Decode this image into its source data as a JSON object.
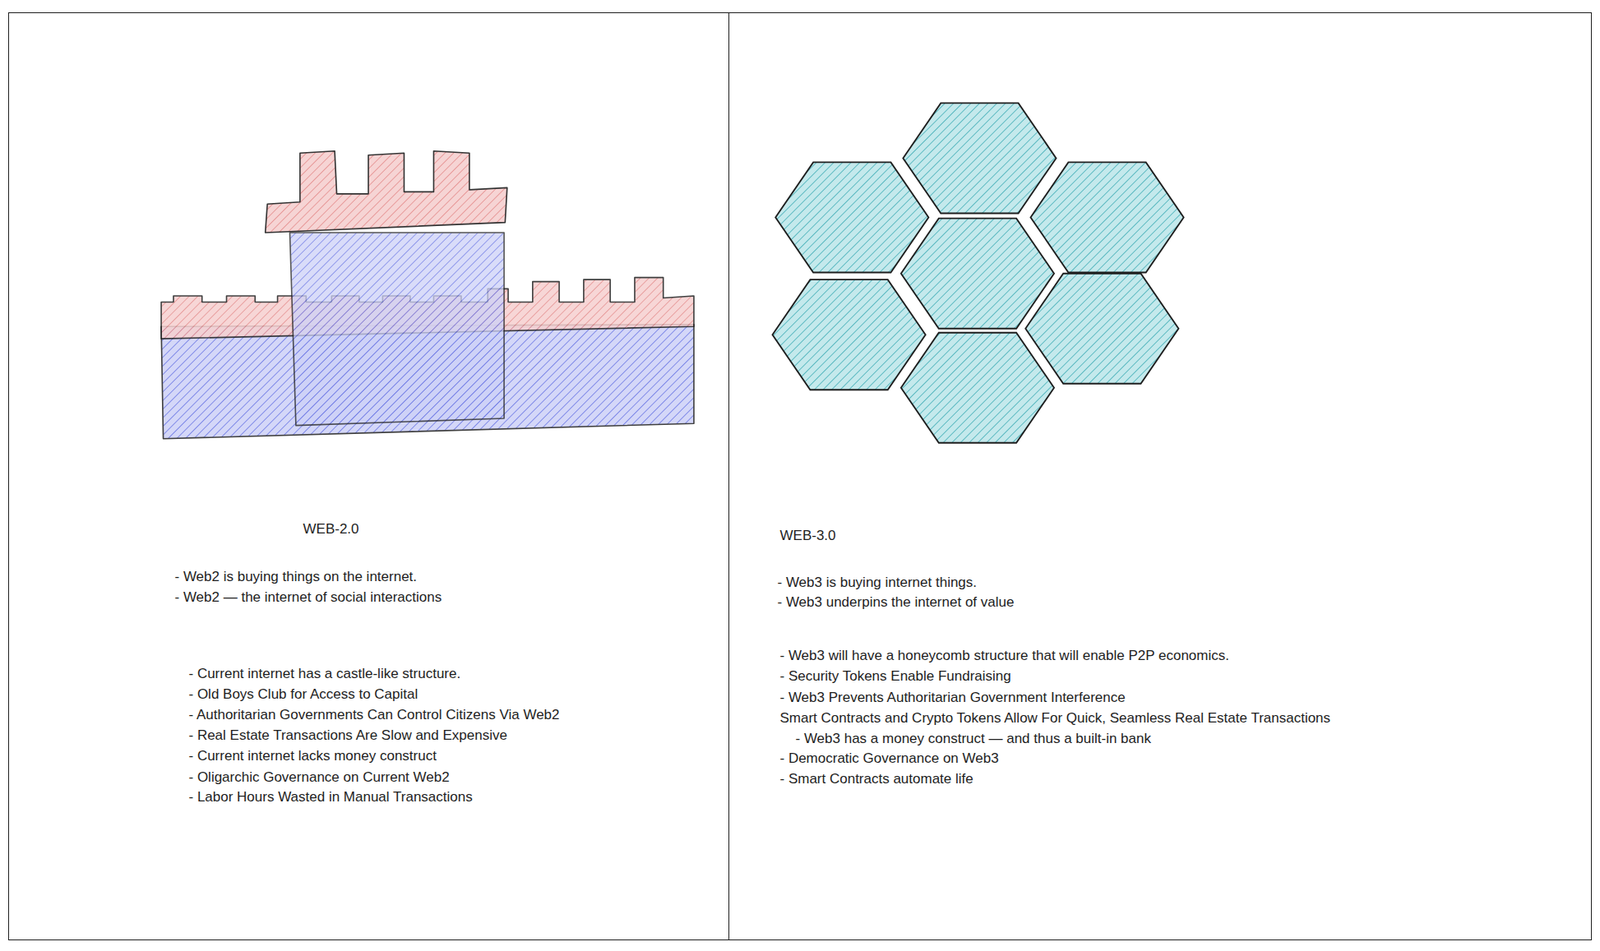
{
  "diagram": {
    "nodes": [
      {
        "text": [
          "WEB-2.0",
          "- Web2 is buying things on the internet.",
          "- Web2 — the internet of social interactions",
          "- Current internet has a castle-like structure.",
          "- Old Boys Club for Access to Capital",
          "- Authoritarian Governments Can Control Citizens Via Web2",
          "- Real Estate Transactions Are Slow and Expensive",
          "- Current internet lacks money construct",
          "- Oligarchic Governance on Current Web2",
          "- Labor Hours Wasted in Manual Transactions"
        ]
      },
      {
        "text": [
          "WEB-3.0",
          "- Web3 is buying internet things.",
          "- Web3 underpins the internet of value",
          "- Web3 will have a honeycomb structure that will enable P2P economics.",
          "- Security Tokens Enable Fundraising",
          "- Web3 Prevents Authoritarian Government Interference",
          "Smart Contracts and Crypto Tokens Allow For Quick, Seamless Real Estate Transactions",
          "- Web3 has a money construct — and thus a built-in bank",
          "- Democratic Governance on Web3",
          "- Smart Contracts automate life"
        ]
      }
    ]
  }
}
